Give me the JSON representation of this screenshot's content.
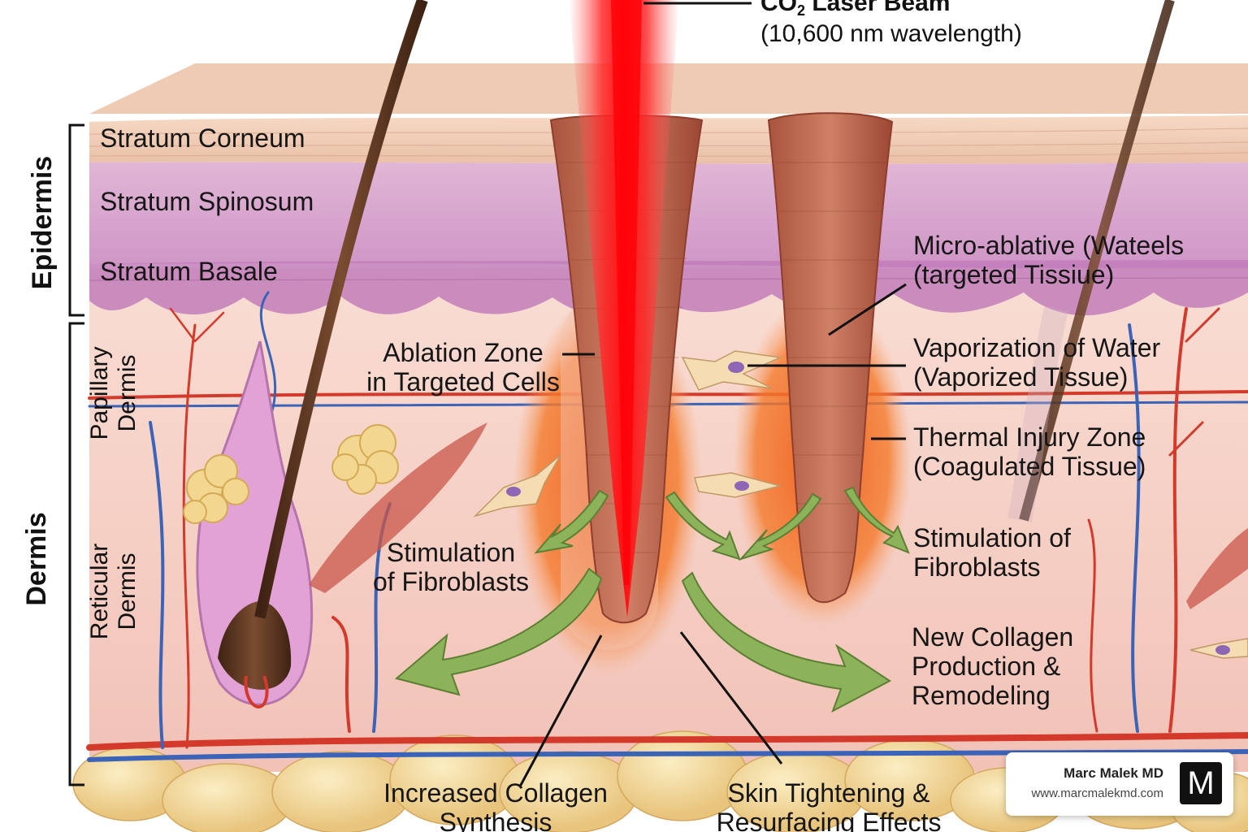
{
  "beam": {
    "title": "CO",
    "title_subscript": "2",
    "title_suffix": " Laser Beam",
    "wavelength": "(10,600 nm wavelength)"
  },
  "epidermis_layers": {
    "corneum": "Stratum Corneum",
    "spinosum": "Stratum Spinosum",
    "basale": "Stratum Basale"
  },
  "side_labels": {
    "epidermis": "Epidermis",
    "dermis": "Dermis",
    "papillary": [
      "Papillary",
      "Dermis"
    ],
    "reticular": [
      "Reticular",
      "Dermis"
    ]
  },
  "callouts": {
    "ablation_zone": [
      "Ablation Zone",
      "in Targeted Cells"
    ],
    "micro_ablative": [
      "Micro-ablative (Wateels",
      "(targeted Tissiue)"
    ],
    "vaporization": [
      "Vaporization of Water",
      "(Vaporized Tissue)"
    ],
    "thermal_injury": [
      "Thermal Injury Zone",
      "(Coagulated Tissue)"
    ],
    "stim_left": [
      "Stimulation",
      "of Fibroblasts"
    ],
    "stim_right": [
      "Stimulation of",
      "Fibroblasts"
    ],
    "new_collagen": [
      "New Collagen",
      "Production &",
      "Remodeling"
    ],
    "increased_collagen": [
      "Increased Collagen",
      "Synthesis"
    ],
    "skin_tightening": [
      "Skin Tightening &",
      "Resurfacing Effects"
    ]
  },
  "badge": {
    "name": "Marc Malek MD",
    "url": "www.marcmalekmd.com",
    "logo_letter": "M"
  },
  "colors": {
    "laser": "#ff1f1f",
    "thermal_zone": "#f26a1b",
    "arrow": "#8db35a",
    "epidermis": "#d7a6cf",
    "dermis": "#f6d2c6",
    "artery": "#d33a2c",
    "vein": "#3b63b7",
    "hair": "#5a3522",
    "fat": "#f1d99a"
  }
}
